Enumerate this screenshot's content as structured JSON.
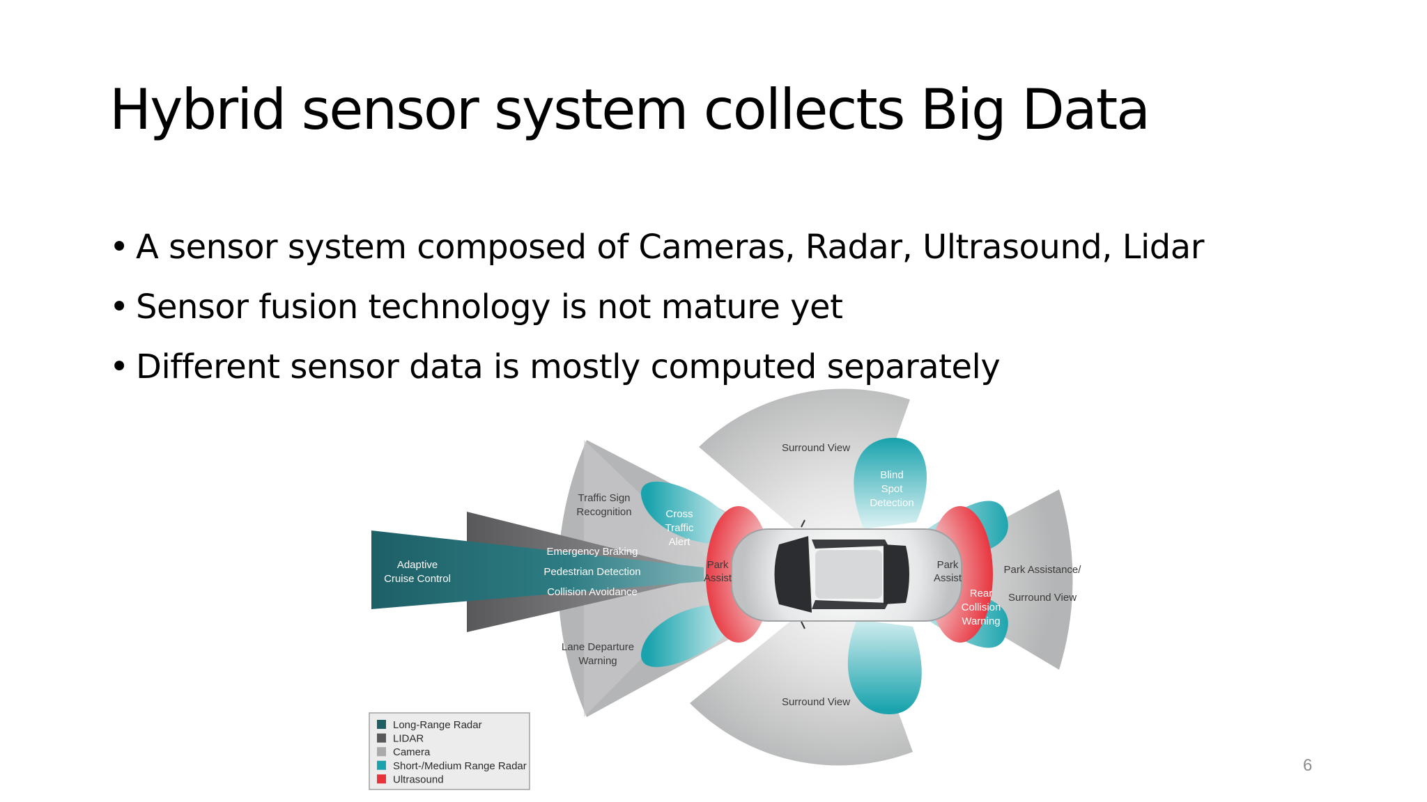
{
  "slide": {
    "title": "Hybrid sensor system collects Big Data",
    "bullets": [
      "A sensor system composed of Cameras, Radar, Ultrasound, Lidar",
      "Sensor fusion technology is not mature yet",
      "Different sensor data is mostly computed separately"
    ],
    "page_number": "6"
  },
  "diagram": {
    "labels": {
      "surround_view_top": "Surround View",
      "surround_view_bottom": "Surround View",
      "blind_spot": [
        "Blind",
        "Spot",
        "Detection"
      ],
      "traffic_sign": [
        "Traffic Sign",
        "Recognition"
      ],
      "cross_traffic": [
        "Cross",
        "Traffic",
        "Alert"
      ],
      "adaptive_cruise": [
        "Adaptive",
        "Cruise Control"
      ],
      "emergency_braking": "Emergency Braking",
      "pedestrian_detection": "Pedestrian Detection",
      "collision_avoidance": "Collision Avoidance",
      "park_assist_front": [
        "Park",
        "Assist"
      ],
      "park_assist_rear": [
        "Park",
        "Assist"
      ],
      "lane_departure": [
        "Lane Departure",
        "Warning"
      ],
      "rear_collision": [
        "Rear",
        "Collision",
        "Warning"
      ],
      "park_assistance": [
        "Park Assistance/",
        "Surround View"
      ]
    },
    "legend": [
      {
        "label": "Long-Range Radar",
        "color": "#1e5f66"
      },
      {
        "label": "LIDAR",
        "color": "#58585a"
      },
      {
        "label": "Camera",
        "color": "#a9aaab"
      },
      {
        "label": "Short-/Medium Range Radar",
        "color": "#1aa3ad"
      },
      {
        "label": "Ultrasound",
        "color": "#e8323c"
      }
    ]
  }
}
